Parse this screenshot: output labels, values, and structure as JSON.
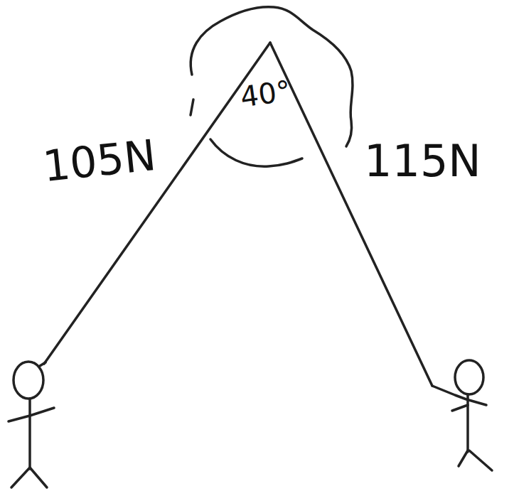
{
  "diagram": {
    "labels": [
      "105N",
      "40°",
      "115N"
    ]
  }
}
